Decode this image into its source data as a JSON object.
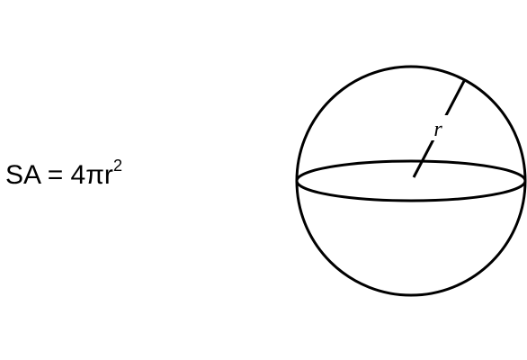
{
  "formula": {
    "base": "SA = 4πr",
    "exponent": "2"
  },
  "sphere": {
    "radius_label": "r",
    "stroke_color": "#000000"
  }
}
